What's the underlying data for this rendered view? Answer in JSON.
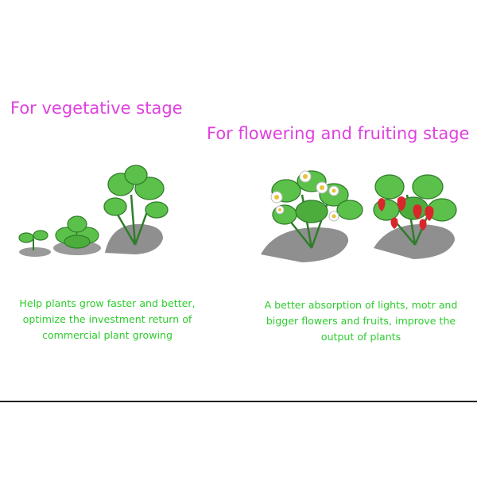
{
  "vegetative": {
    "heading": "For vegetative stage",
    "description": [
      "Help plants grow faster and better,",
      "optimize the investment return of",
      "commercial plant growing"
    ]
  },
  "flowering": {
    "heading": "For flowering and fruiting stage",
    "description": [
      "A better absorption of lights, motr and",
      "bigger flowers and fruits, improve the",
      "output of plants"
    ]
  },
  "colors": {
    "heading": "#e040e0",
    "description": "#2ecc2e",
    "leaf": "#5cc14a",
    "leaf_dark": "#2f7d2a",
    "soil": "#8f8f8f",
    "berry": "#d9262a",
    "petal": "#ffffff",
    "flower_center": "#e8c23a"
  }
}
